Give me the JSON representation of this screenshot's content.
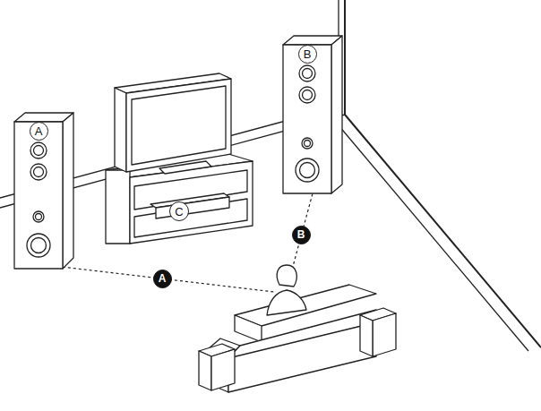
{
  "diagram": {
    "labels": [
      "A",
      "B",
      "C",
      "B",
      "A"
    ]
  }
}
